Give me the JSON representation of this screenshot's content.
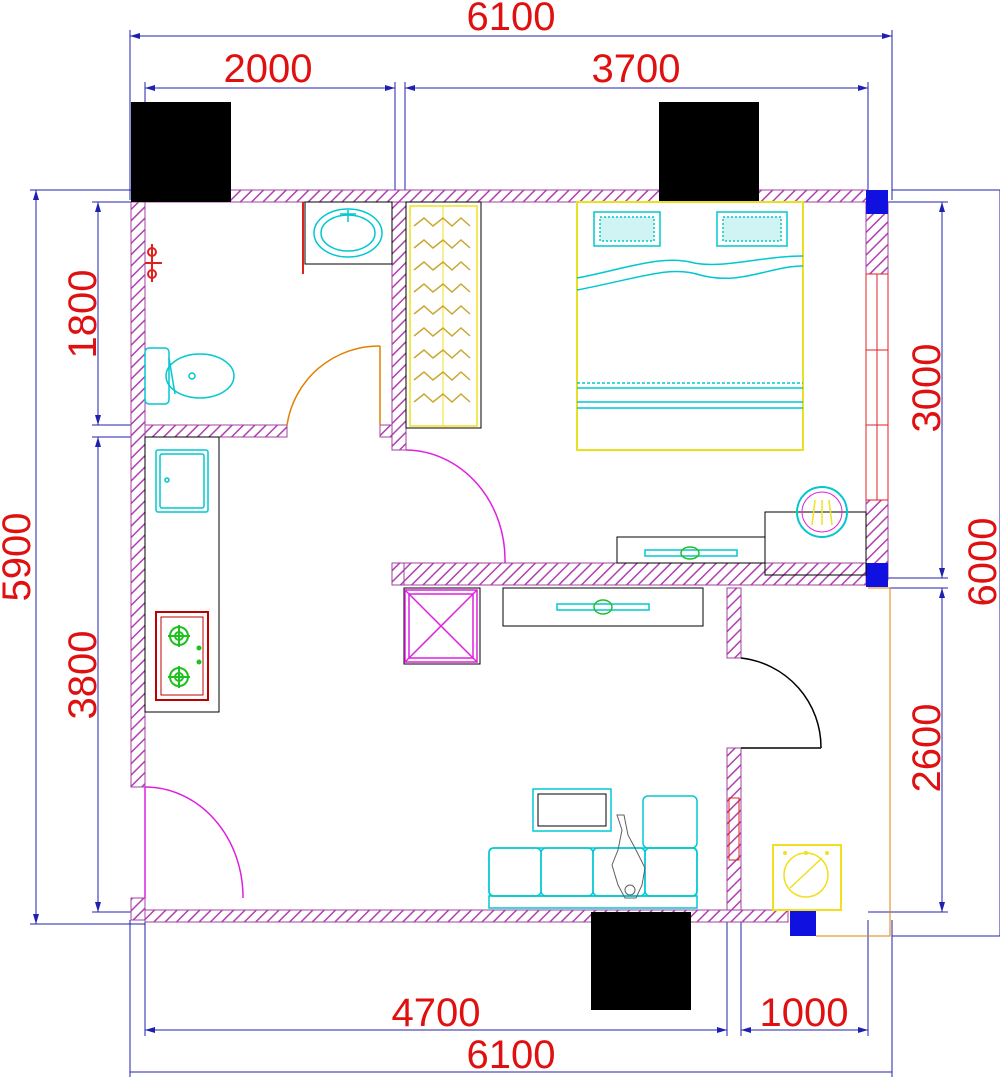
{
  "dimensions": {
    "top_total": "6100",
    "top_left": "2000",
    "top_right": "3700",
    "bottom_left": "4700",
    "bottom_right": "1000",
    "bottom_total": "6100",
    "left_total": "5900",
    "left_upper": "1800",
    "left_lower": "3800",
    "right_upper": "3000",
    "right_lower": "2600",
    "right_total": "6000"
  },
  "colors": {
    "dimension_text": "#e01010",
    "dimension_line": "#2020b0",
    "wall_hatch": "#a040a0",
    "column": "#000000",
    "furniture_cyan": "#00d0d0",
    "bed_frame": "#f0e020",
    "door_magenta": "#e020e0",
    "door_orange": "#e08000",
    "stove_red": "#c00000",
    "stove_green": "#20c020"
  },
  "icons": {
    "toilet": "toilet-icon",
    "sink": "sink-icon",
    "bed": "bed-icon",
    "wardrobe": "wardrobe-icon",
    "stove": "stove-icon",
    "sofa": "sofa-icon",
    "washing_machine": "washing-machine-icon"
  }
}
